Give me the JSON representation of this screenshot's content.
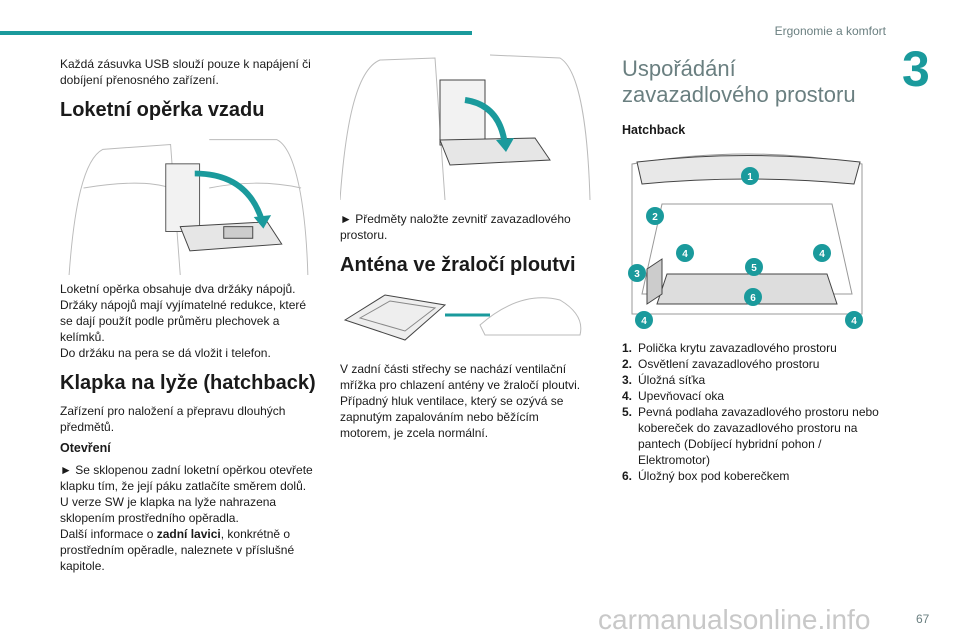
{
  "header": {
    "section": "Ergonomie a komfort",
    "chapter": "3",
    "page": "67"
  },
  "col1": {
    "intro": "Každá zásuvka USB slouží pouze k napájení či dobíjení přenosného zařízení.",
    "armrest_title": "Loketní opěrka vzadu",
    "armrest_text1": "Loketní opěrka obsahuje dva držáky nápojů. Držáky nápojů mají vyjímatelné redukce, které se dají použít podle průměru plechovek a kelímků.",
    "armrest_text2": "Do držáku na pera se dá vložit i telefon.",
    "ski_title": "Klapka na lyže (hatchback)",
    "ski_text": "Zařízení pro naložení a přepravu dlouhých předmětů.",
    "open_title": "Otevření",
    "open_text": "► Se sklopenou zadní loketní opěrkou otevřete klapku tím, že její páku zatlačíte směrem dolů.",
    "sw_text": "U verze SW je klapka na lyže nahrazena sklopením prostředního opěradla.",
    "more_pre": "Další informace o ",
    "more_bold": "zadní lavici",
    "more_post": ", konkrétně o prostředním opěradle, naleznete v příslušné kapitole."
  },
  "col2": {
    "items_text": "► Předměty naložte zevnitř zavazadlového prostoru.",
    "antenna_title": "Anténa ve žraločí ploutvi",
    "antenna_text": "V zadní části střechy se nachází ventilační mřížka pro chlazení antény ve žraločí ploutvi. Případný hluk ventilace, který se ozývá se zapnutým zapalováním nebo běžícím motorem, je zcela normální."
  },
  "col3": {
    "title": "Uspořádání zavazadlového prostoru",
    "subtitle": "Hatchback",
    "callouts": [
      "1",
      "2",
      "3",
      "4",
      "4",
      "5",
      "6",
      "4",
      "4"
    ],
    "list": [
      {
        "n": "1.",
        "t": "Polička krytu zavazadlového prostoru"
      },
      {
        "n": "2.",
        "t": "Osvětlení zavazadlového prostoru"
      },
      {
        "n": "3.",
        "t": "Úložná síťka"
      },
      {
        "n": "4.",
        "t": "Upevňovací oka"
      },
      {
        "n": "5.",
        "t": "Pevná podlaha zavazadlového prostoru nebo kobereček do zavazadlového prostoru na pantech (Dobíjecí hybridní pohon / Elektromotor)"
      },
      {
        "n": "6.",
        "t": "Úložný box pod koberečkem"
      }
    ]
  },
  "watermark": "carmanualsonline.info",
  "colors": {
    "accent": "#1a9a9c",
    "title_gray": "#6a7f80"
  }
}
